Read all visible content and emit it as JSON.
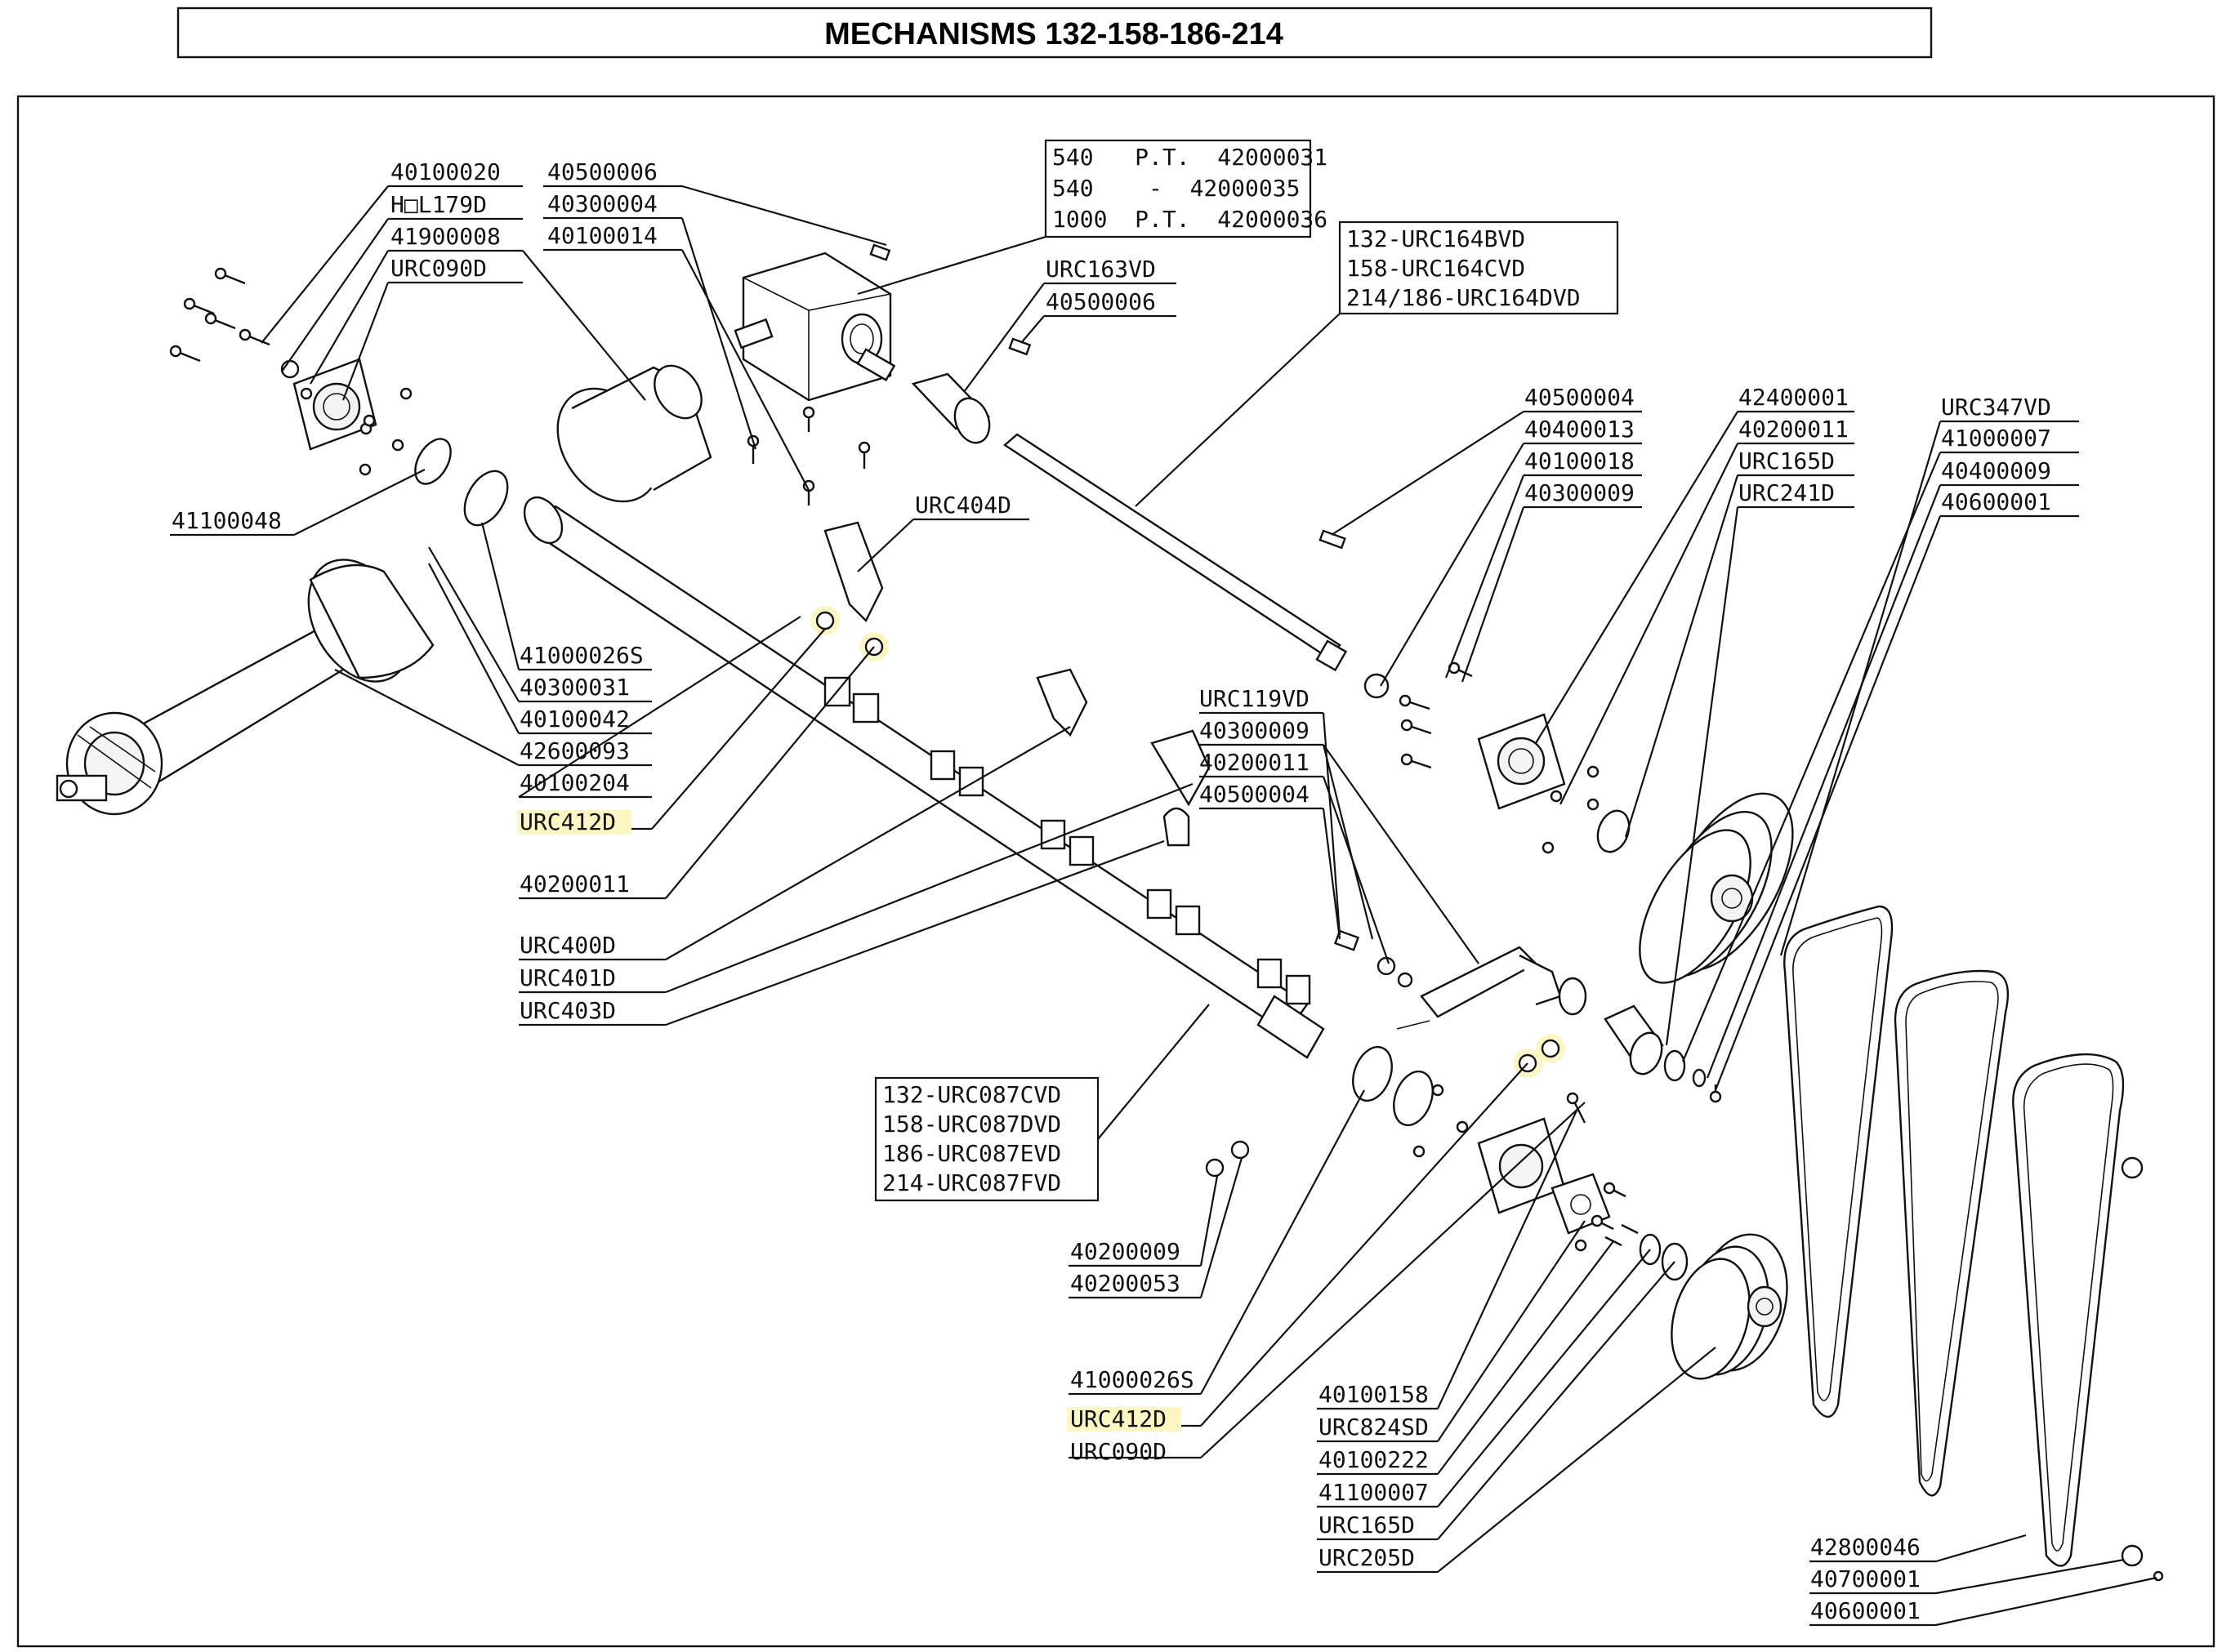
{
  "title": "MECHANISMS 132-158-186-214",
  "callouts": {
    "gearbox": [
      "540   P.T.  42000031",
      "540    -  42000035",
      "1000  P.T.  42000036"
    ],
    "shaft": [
      "132-URC164BVD",
      "158-URC164CVD",
      "214/186-URC164DVD"
    ],
    "roller": [
      "132-URC087CVD",
      "158-URC087DVD",
      "186-URC087EVD",
      "214-URC087FVD"
    ]
  },
  "labels": {
    "l40100020": "40100020",
    "lHOL179D": "H□L179D",
    "l41900008": "41900008",
    "lURC090D_a": "URC090D",
    "l40500006_a": "40500006",
    "l40300004": "40300004",
    "l40100014": "40100014",
    "lURC163VD": "URC163VD",
    "l40500006_b": "40500006",
    "l41100048": "41100048",
    "lURC404D": "URC404D",
    "l40500004_a": "40500004",
    "l40400013": "40400013",
    "l40100018": "40100018",
    "l40300009_a": "40300009",
    "l42400001": "42400001",
    "l40200011_a": "40200011",
    "lURC165D_a": "URC165D",
    "lURC241D": "URC241D",
    "lURC347VD": "URC347VD",
    "l41000007": "41000007",
    "l40400009": "40400009",
    "l40600001_a": "40600001",
    "l41000026S_a": "41000026S",
    "l40300031": "40300031",
    "l40100042": "40100042",
    "l42600093": "42600093",
    "l40100204": "40100204",
    "lURC412D_a": "URC412D",
    "l40200011_b": "40200011",
    "lURC119VD": "URC119VD",
    "l40300009_b": "40300009",
    "l40200011_c": "40200011",
    "l40500004_b": "40500004",
    "lURC400D": "URC400D",
    "lURC401D": "URC401D",
    "lURC403D": "URC403D",
    "l40200009": "40200009",
    "l40200053": "40200053",
    "l41000026S_b": "41000026S",
    "lURC412D_b": "URC412D",
    "lURC090D_b": "URC090D",
    "l40100158": "40100158",
    "lURC824SD": "URC824SD",
    "l40100222": "40100222",
    "l41100007": "41100007",
    "lURC165D_b": "URC165D",
    "lURC205D": "URC205D",
    "l42800046": "42800046",
    "l40700001": "40700001",
    "l40600001_b": "40600001"
  },
  "highlight_color": "#fbf6c4"
}
